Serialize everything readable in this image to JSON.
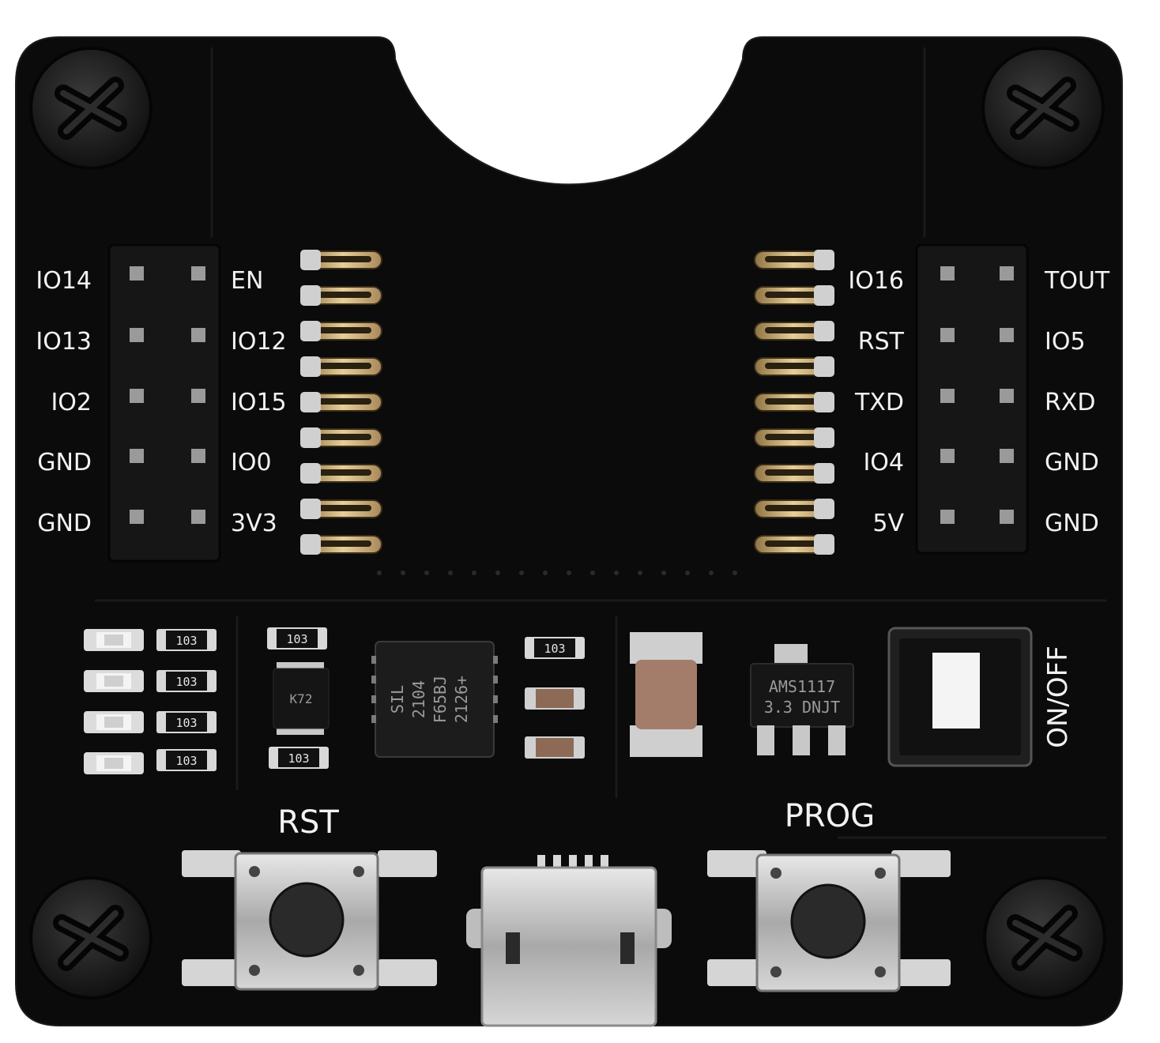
{
  "board": {
    "left_header": {
      "left_labels": [
        "IO14",
        "IO13",
        "IO2",
        "GND",
        "GND"
      ],
      "right_labels": [
        "EN",
        "IO12",
        "IO15",
        "IO0",
        "3V3"
      ]
    },
    "right_header": {
      "left_labels": [
        "IO16",
        "RST",
        "TXD",
        "IO4",
        "5V"
      ],
      "right_labels": [
        "TOUT",
        "IO5",
        "RXD",
        "GND",
        "GND"
      ]
    },
    "buttons": {
      "rst_label": "RST",
      "prog_label": "PROG"
    },
    "switch_label": "ON/OFF",
    "chips": {
      "usb_uart": [
        "SIL",
        "2104",
        "F65BJ",
        "2126+"
      ],
      "regulator": [
        "AMS1117",
        "3.3 DNJT"
      ],
      "small_ic": "K72"
    },
    "resistors": {
      "r1": "103",
      "r2": "103",
      "r3": "103",
      "r4": "103",
      "r5": "103",
      "r6": "103",
      "r7": "103"
    },
    "colors": {
      "pcb": "#0b0b0b",
      "silkscreen": "#f2f2f2",
      "gold": "#c9a86a",
      "metal": "#c8c8c8"
    }
  }
}
